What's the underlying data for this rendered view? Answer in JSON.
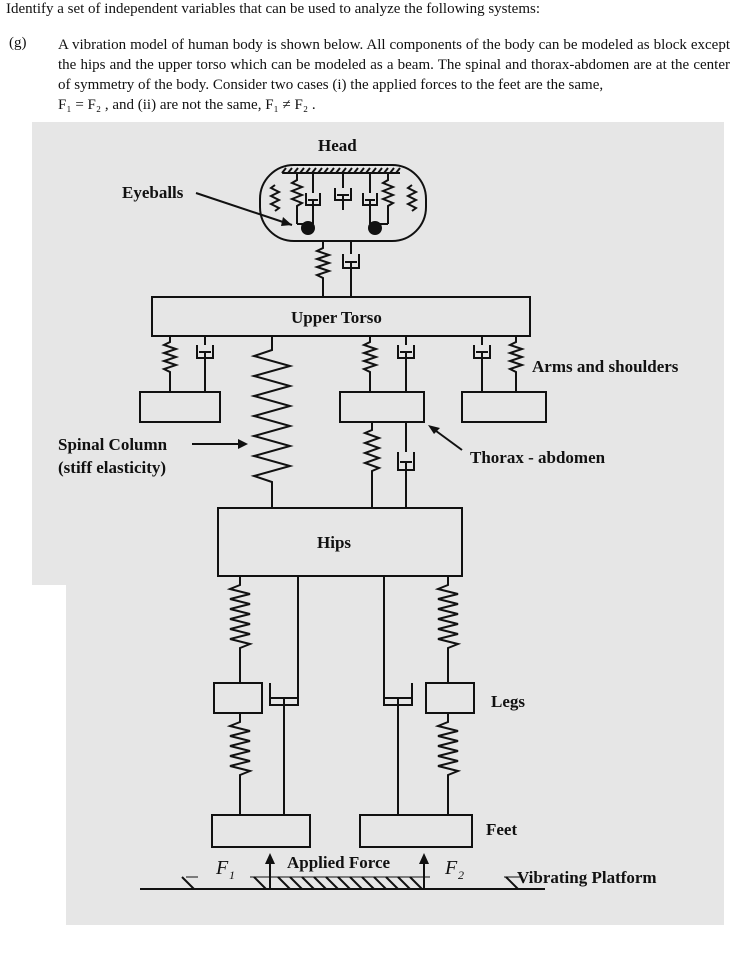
{
  "instruction": "Identify a set of independent variables that can be used to analyze the following systems:",
  "question": {
    "label": "(g)",
    "text": "A vibration model of human body is shown below. All components of the body can be modeled as block except the hips and the upper torso which can be modeled as a beam. The spinal and thorax-abdomen are at the center of symmetry of the body. Consider two cases (i) the applied forces to the feet are the same,",
    "cases": "F₁ = F₂ , and (ii) are not the same, F₁ ≠ F₂ ."
  },
  "figure": {
    "head": "Head",
    "eyeballs": "Eyeballs",
    "upper_torso": "Upper Torso",
    "arms": "Arms and shoulders",
    "spinal_line1": "Spinal Column",
    "spinal_line2": "(stiff elasticity)",
    "thorax": "Thorax - abdomen",
    "hips": "Hips",
    "legs": "Legs",
    "feet": "Feet",
    "f1_sym": "F",
    "f1_sub": "1",
    "f2_sym": "F",
    "f2_sub": "2",
    "applied_force": "Applied Force",
    "platform": "Vibrating Platform"
  }
}
